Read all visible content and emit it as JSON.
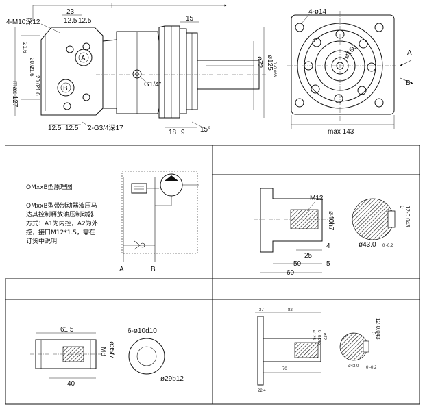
{
  "main_drawing": {
    "dim_L": "L",
    "dim_23": "23",
    "dim_125a": "12.5",
    "dim_125b": "12.5",
    "thread_label": "4-M10深12",
    "port_A": "A",
    "port_B": "B",
    "dim_216a": "21.6",
    "dim_216b": "21.6",
    "dim_216c": "21.6",
    "dim_200a": "20.0",
    "dim_200b": "20.0",
    "dim_max127": "max 127",
    "port_g14": "G1/4\"",
    "port_g34": "2-G3/4深17",
    "dim_bottom_125a": "12.5",
    "dim_bottom_125b": "12.5",
    "dim_15": "15",
    "dim_18": "18",
    "dim_9": "9",
    "dim_15deg": "15°",
    "dim_125dia": "ø125",
    "dim_125tol": "0 -0.063",
    "dim_72": "ø72",
    "dim_4d14": "4-ø14",
    "dim_160": "ø160",
    "dim_max143": "max 143",
    "arrow_A": "A",
    "arrow_B": "B"
  },
  "schematic": {
    "title": "OMxxB型原理图",
    "desc_line1": "OMxxB型带制动器液压马",
    "desc_line2": "达其控制释放油压制动器",
    "desc_line3": "方式：A1为内控，A2为外",
    "desc_line4": "控，接口M12*1.5，需在",
    "desc_line5": "订货中说明",
    "label_A": "A",
    "label_B": "B"
  },
  "shaft_key": {
    "thread": "M12",
    "dia": "ø40h7",
    "dim_25": "25",
    "dim_4": "4",
    "dim_50": "50",
    "dim_5": "5",
    "dim_60": "60",
    "key_12": "12-0.043",
    "key_0": "0",
    "dim_43": "ø43.0",
    "dim_43tol": "0 -0.2"
  },
  "spline": {
    "dim_615": "61.5",
    "dim_m8": "M8",
    "dim_35": "ø35f7",
    "dim_40": "40",
    "spline_label": "6-ø10d10",
    "dim_29": "ø29b12"
  },
  "small_shaft": {
    "dim_37": "37",
    "dim_82": "82",
    "dim_125": "ø125",
    "dim_125tol": "0 -0.063",
    "dim_72": "ø72",
    "dim_70": "70",
    "dim_224": "22.4",
    "key_12": "12-0.043",
    "key_0": "0",
    "dim_43": "ø43.0",
    "dim_43tol": "0 -0.2"
  }
}
